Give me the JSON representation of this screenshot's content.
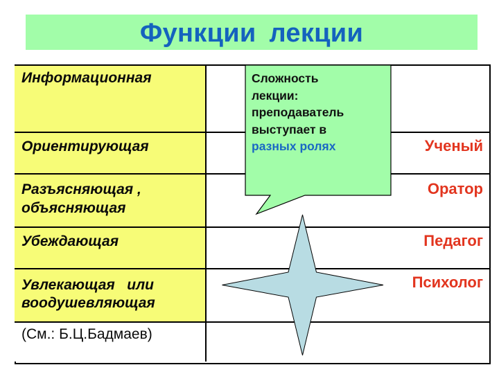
{
  "title": "Функции  лекции",
  "colors": {
    "title_band": "#a2fda9",
    "title_text": "#1462be",
    "left_column": "#f7fc77",
    "bubble_fill": "#a2fda9",
    "bubble_highlight": "#1a68c4",
    "roles_text": "#e2351f",
    "star_fill": "#b8dce3"
  },
  "functions": [
    {
      "label": "Информационная"
    },
    {
      "label": "Ориентирующая"
    },
    {
      "label_line1": "Разъясняющая ,",
      "label_line2": "объясняющая"
    },
    {
      "label": "Убеждающая"
    },
    {
      "label_line1": "Увлекающая   или",
      "label_line2": "воодушевляющая"
    }
  ],
  "citation": "(См.: Б.Ц.Бадмаев)",
  "callout": {
    "lines": [
      "Сложность",
      "лекции:",
      "преподаватель",
      "выступает в"
    ],
    "highlight": "разных ролях"
  },
  "roles": [
    "Ученый",
    "Оратор",
    "Педагог",
    "Психолог"
  ],
  "shape": {
    "icon": "four-pointed-star-icon"
  }
}
